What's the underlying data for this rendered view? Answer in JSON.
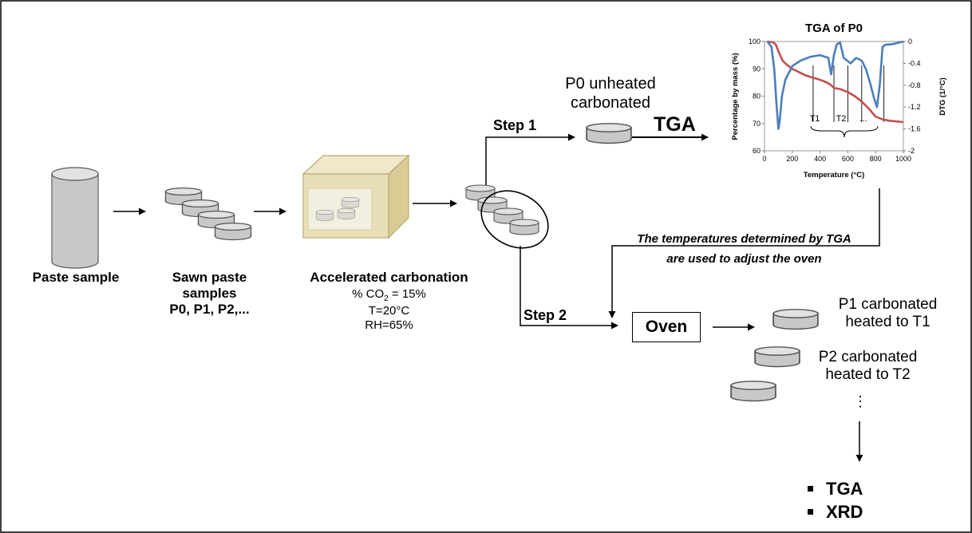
{
  "paste_sample": {
    "label": "Paste sample"
  },
  "sawn_samples": {
    "line1": "Sawn paste",
    "line2": "samples",
    "line3": "P0, P1, P2,..."
  },
  "carbonation": {
    "title": "Accelerated carbonation",
    "co2_prefix": "% CO",
    "co2_sub": "2",
    "co2_suffix": " = 15%",
    "temperature": "T=20°C",
    "humidity": "RH=65%"
  },
  "step1": {
    "label": "Step 1",
    "sample_line1": "P0 unheated",
    "sample_line2": "carbonated",
    "method": "TGA"
  },
  "step2": {
    "label": "Step 2",
    "oven": "Oven"
  },
  "note": {
    "line1": "The temperatures determined by TGA",
    "line2": "are used to adjust the oven"
  },
  "heated": {
    "p1_line1": "P1 carbonated",
    "p1_line2": "heated to T1",
    "p2_line1": "P2 carbonated",
    "p2_line2": "heated to T2",
    "more": "⋮"
  },
  "analyses": [
    "TGA",
    "XRD"
  ],
  "colors": {
    "cylinder_fill": "#c8c8c8",
    "box_fill": "#e9dfb6",
    "box_edge": "#b9a878",
    "mass_curve": "#c0504d",
    "dtg_curve": "#4a7ebb"
  },
  "chart_data": {
    "type": "line",
    "title": "TGA of P0",
    "xlabel": "Temperature (°C)",
    "ylabel": "Percentage by mass (%)",
    "y2label": "DTG (1/°C)",
    "xlim": [
      0,
      1000
    ],
    "ylim": [
      60,
      100
    ],
    "y2lim": [
      -2,
      0
    ],
    "xticks": [
      0,
      200,
      400,
      600,
      800,
      1000
    ],
    "yticks": [
      60,
      70,
      80,
      90,
      100
    ],
    "y2ticks": [
      0,
      -0.4,
      -0.8,
      -1.2,
      -1.6,
      -2
    ],
    "y2ticklabels": [
      "0",
      "-0.4",
      "-0.8",
      "-1.2",
      "-1.6",
      "-2"
    ],
    "series": [
      {
        "axis": "left",
        "color": "#c0504d",
        "x": [
          20,
          60,
          80,
          100,
          130,
          160,
          200,
          300,
          400,
          450,
          480,
          500,
          520,
          550,
          600,
          650,
          700,
          750,
          800,
          850,
          900,
          1000
        ],
        "y": [
          100,
          99.7,
          99,
          96.5,
          93,
          91.5,
          90,
          87.5,
          86,
          85,
          84,
          83,
          82.8,
          82.5,
          81.5,
          80,
          78,
          75.5,
          72.5,
          71.5,
          71,
          70.5
        ]
      },
      {
        "axis": "right",
        "color": "#4a7ebb",
        "x": [
          20,
          50,
          70,
          85,
          100,
          110,
          125,
          150,
          200,
          260,
          330,
          400,
          460,
          480,
          500,
          520,
          545,
          570,
          620,
          660,
          700,
          730,
          760,
          790,
          810,
          830,
          850,
          870,
          920,
          1000
        ],
        "y": [
          0,
          -0.1,
          -0.5,
          -1.1,
          -1.6,
          -1.45,
          -1.0,
          -0.7,
          -0.45,
          -0.35,
          -0.28,
          -0.25,
          -0.3,
          -0.6,
          -0.25,
          -0.05,
          -0.02,
          -0.3,
          -0.4,
          -0.3,
          -0.35,
          -0.5,
          -0.75,
          -1.05,
          -1.2,
          -0.8,
          -0.1,
          -0.06,
          -0.05,
          0
        ]
      }
    ],
    "markers": {
      "x": [
        350,
        500,
        600,
        700,
        860
      ]
    },
    "annotations": [
      "T1",
      "T2",
      "..."
    ]
  }
}
